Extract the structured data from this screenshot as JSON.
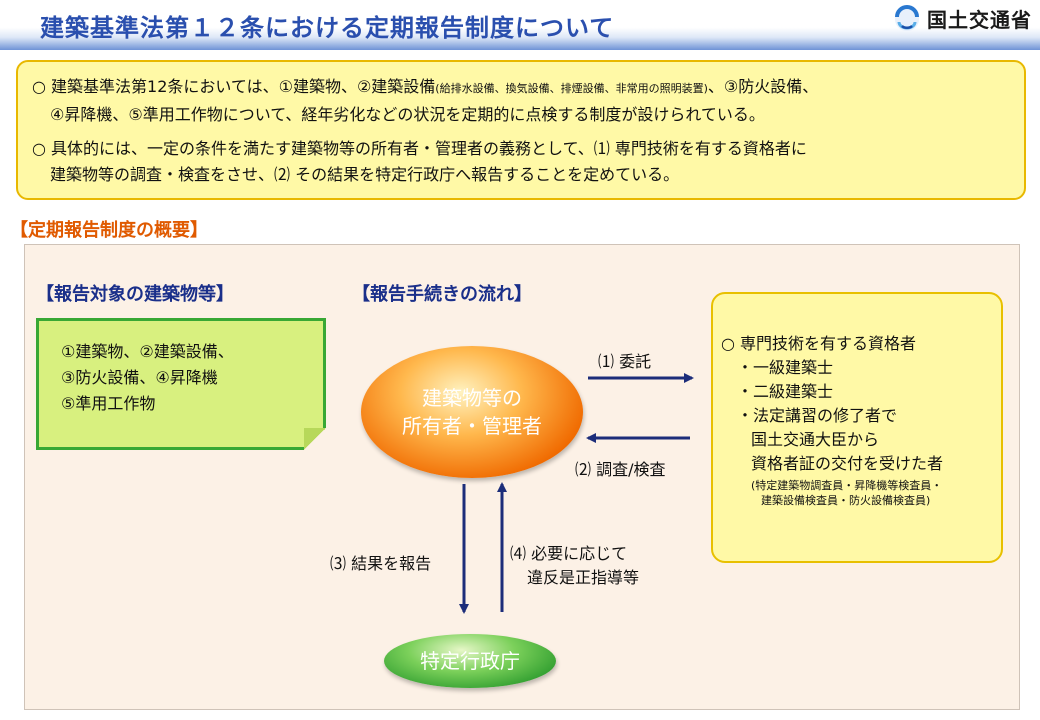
{
  "header": {
    "title": "建築基準法第１２条における定期報告制度について",
    "logo_text": "国土交通省"
  },
  "summary": {
    "p1_line1_main": "○ 建築基準法第12条においては、①建築物、②建築設備",
    "p1_line1_small": "(給排水設備、換気設備、排煙設備、非常用の照明装置)",
    "p1_line1_end": "、③防火設備、",
    "p1_line2": "④昇降機、⑤準用工作物について、経年劣化などの状況を定期的に点検する制度が設けられている。",
    "p2_line1": "○ 具体的には、一定の条件を満たす建築物等の所有者・管理者の義務として、⑴ 専門技術を有する資格者に",
    "p2_line2": "建築物等の調査・検査をさせ、⑵ その結果を特定行政庁へ報告することを定めている。"
  },
  "overview": {
    "section_title": "【定期報告制度の概要】",
    "target_heading": "【報告対象の建築物等】",
    "flow_heading": "【報告手続きの流れ】",
    "target_items": [
      "①建築物、②建築設備、",
      "③防火設備、④昇降機",
      "⑤準用工作物"
    ],
    "owner_line1": "建築物等の",
    "owner_line2": "所有者・管理者",
    "agency": "特定行政庁",
    "step1": "⑴ 委託",
    "step2": "⑵ 調査/検査",
    "step3": "⑶ 結果を報告",
    "step4_line1": "⑷ 必要に応じて",
    "step4_line2": "違反是正指導等",
    "qualified": {
      "title": "○ 専門技術を有する資格者",
      "items": [
        "・一級建築士",
        "・二級建築士",
        "・法定講習の修了者で"
      ],
      "sub1": "国土交通大臣から",
      "sub2": "資格者証の交付を受けた者",
      "note1": "(特定建築物調査員・昇降機等検査員・",
      "note2": "建築設備検査員・防火設備検査員)"
    }
  },
  "colors": {
    "title_blue": "#2a4fae",
    "heading_navy": "#1a2f8a",
    "section_orange": "#e05a00",
    "arrow_navy": "#1c2d7a",
    "note_green": "#38a834",
    "box_yellow": "#fff9a6"
  }
}
